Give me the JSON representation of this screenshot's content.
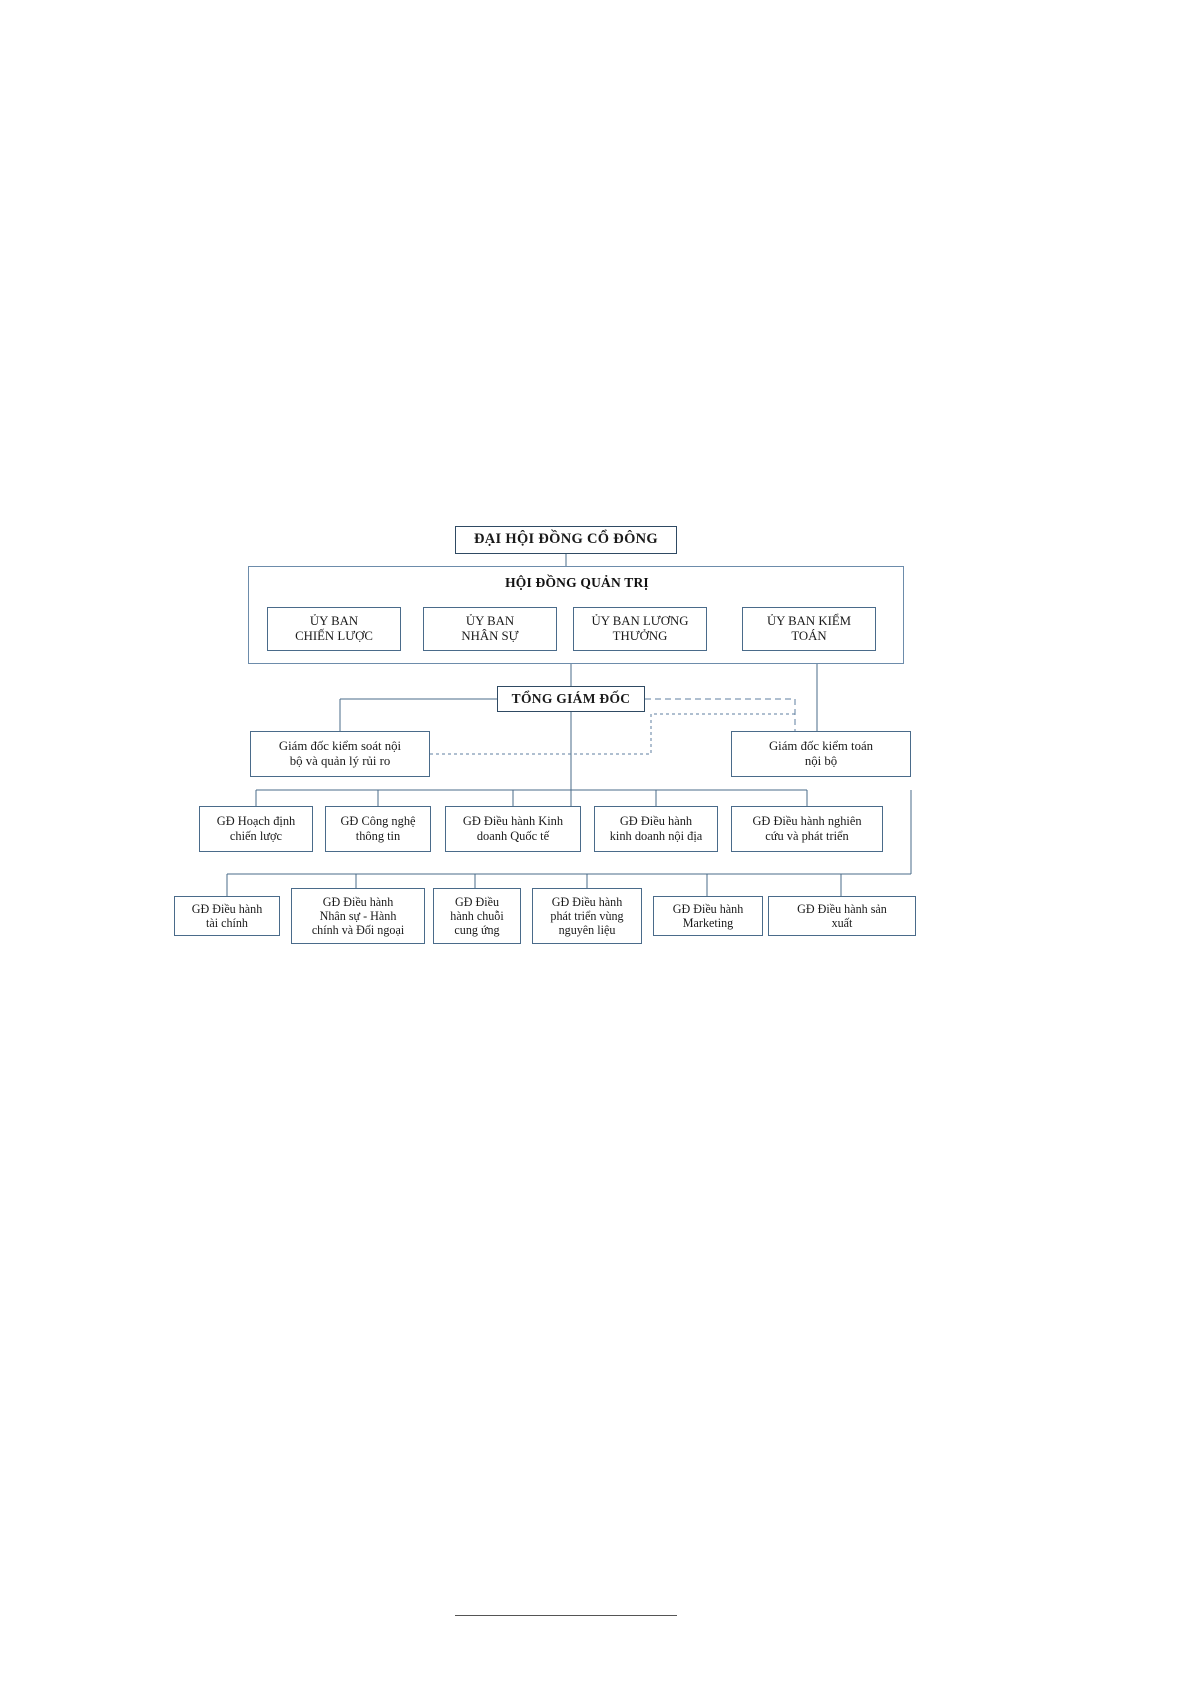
{
  "diagram": {
    "type": "organizational-chart",
    "language": "vi",
    "colors": {
      "box_border": "#4a6b8a",
      "connector": "#4a6b8a",
      "dotted_connector": "#5f7fa0",
      "text": "#1a1a1a",
      "background": "#ffffff"
    },
    "levels": {
      "level1": {
        "shareholders_meeting": "ĐẠI HỘI ĐỒNG CỔ ĐÔNG"
      },
      "level2": {
        "board_title": "HỘI ĐỒNG QUẢN TRỊ",
        "committees": [
          {
            "label": "ỦY BAN\nCHIẾN LƯỢC",
            "line1": "ỦY BAN",
            "line2": "CHIẾN LƯỢC"
          },
          {
            "label": "ỦY BAN\nNHÂN SỰ",
            "line1": "ỦY BAN",
            "line2": "NHÂN SỰ"
          },
          {
            "label": "ỦY BAN LƯƠNG\nTHƯỞNG",
            "line1": "ỦY BAN LƯƠNG",
            "line2": "THƯỞNG"
          },
          {
            "label": "ỦY BAN KIỂM\nTOÁN",
            "line1": "ỦY BAN KIỂM",
            "line2": "TOÁN"
          }
        ]
      },
      "level3": {
        "ceo": "TỔNG GIÁM ĐỐC"
      },
      "level4": {
        "internal_control": {
          "line1": "Giám đốc kiểm soát nội",
          "line2": "bộ và quản lý rủi ro"
        },
        "internal_audit": {
          "line1": "Giám đốc kiểm toán",
          "line2": "nội bộ"
        }
      },
      "level5": [
        {
          "line1": "GĐ Hoạch định",
          "line2": "chiến lược"
        },
        {
          "line1": "GĐ Công nghệ",
          "line2": "thông tin"
        },
        {
          "line1": "GĐ Điều hành Kinh",
          "line2": "doanh Quốc tế"
        },
        {
          "line1": "GĐ Điều hành",
          "line2": "kinh doanh nội địa"
        },
        {
          "line1": "GĐ Điều hành nghiên",
          "line2": "cứu và phát triển"
        }
      ],
      "level6": [
        {
          "line1": "GĐ Điều hành",
          "line2": "tài chính",
          "line3": ""
        },
        {
          "line1": "GĐ Điều hành",
          "line2": "Nhân sự - Hành",
          "line3": "chính và Đối ngoại"
        },
        {
          "line1": "GĐ Điều",
          "line2": "hành chuỗi",
          "line3": "cung ứng"
        },
        {
          "line1": "GĐ Điều hành",
          "line2": "phát triển vùng",
          "line3": "nguyên liệu"
        },
        {
          "line1": "GĐ Điều hành",
          "line2": "Marketing",
          "line3": ""
        },
        {
          "line1": "GĐ Điều hành sản",
          "line2": "xuất",
          "line3": ""
        }
      ]
    }
  }
}
